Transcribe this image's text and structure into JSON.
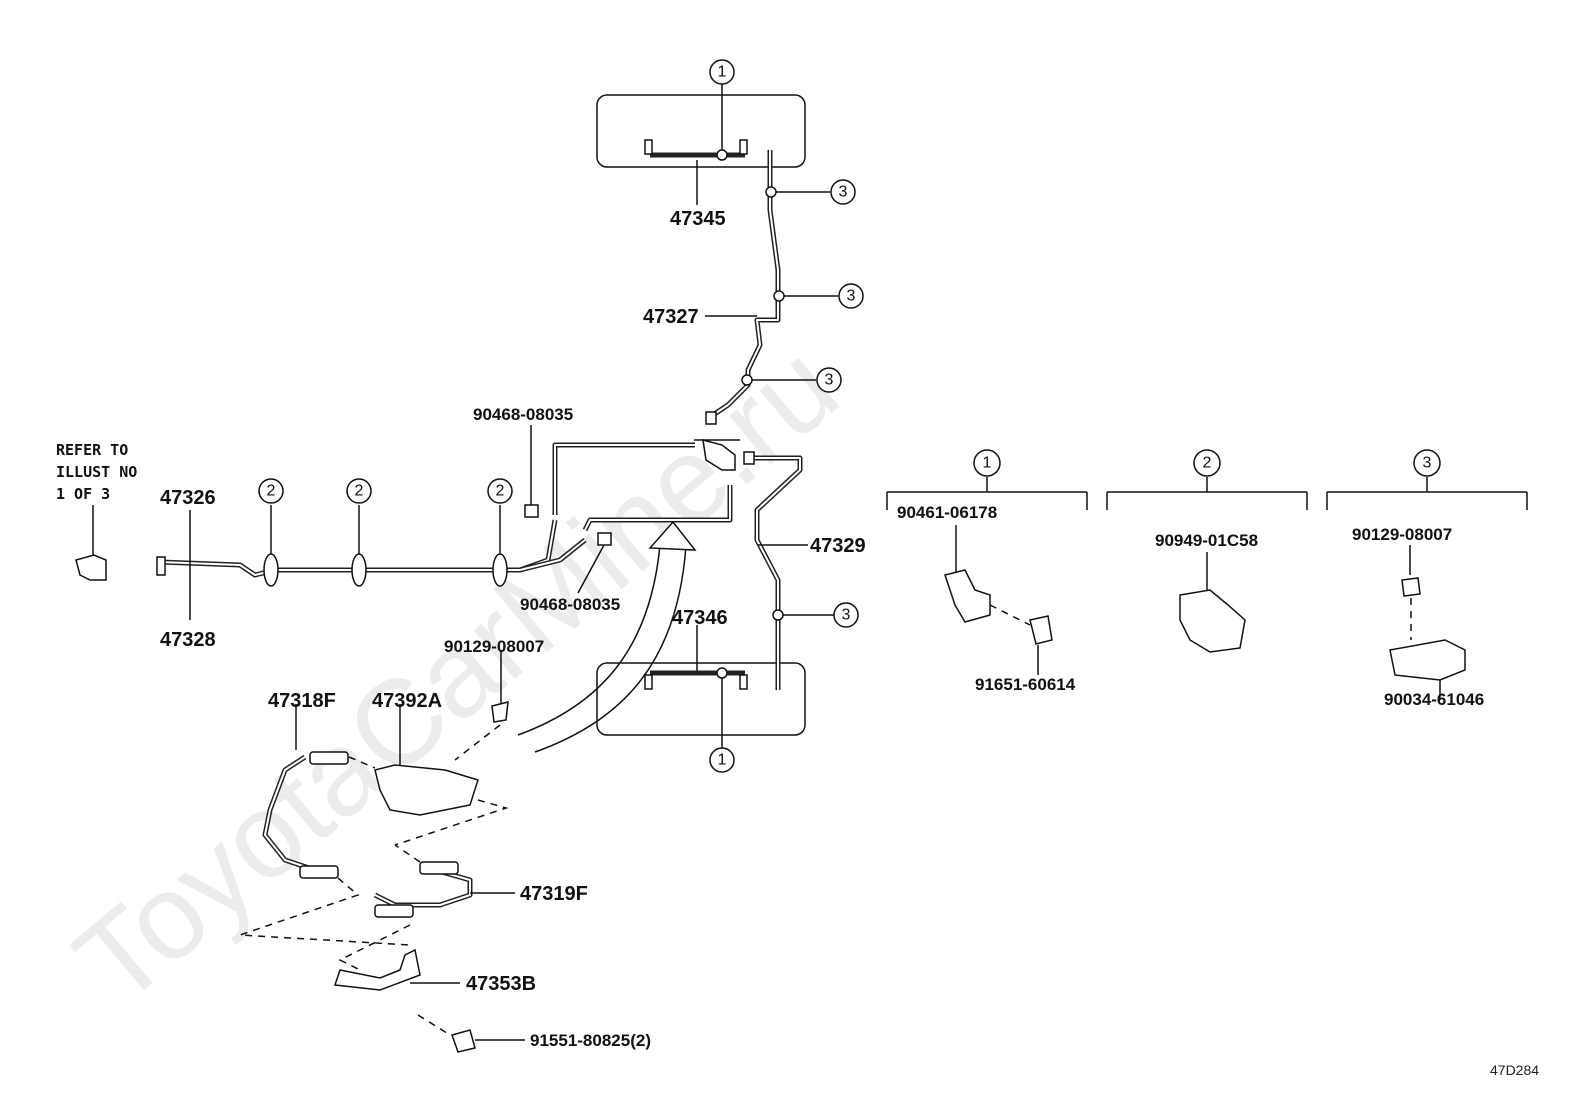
{
  "watermark": "ToyotaCarMine.ru",
  "diagram_code": "47D284",
  "refer_note": [
    "REFER TO",
    "ILLUST NO",
    "1 OF 3"
  ],
  "callouts": {
    "c1": "1",
    "c2": "2",
    "c3": "3"
  },
  "parts": {
    "p47345": "47345",
    "p47327": "47327",
    "p47326": "47326",
    "p47328": "47328",
    "p90468_a": "90468-08035",
    "p90468_b": "90468-08035",
    "p47329": "47329",
    "p47346": "47346",
    "p90129_a": "90129-08007",
    "p47318F": "47318F",
    "p47392A": "47392A",
    "p47319F": "47319F",
    "p47353B": "47353B",
    "p91551": "91551-80825(2)",
    "p90461": "90461-06178",
    "p91651": "91651-60614",
    "p90949": "90949-01C58",
    "p90129_b": "90129-08007",
    "p90034": "90034-61046"
  }
}
